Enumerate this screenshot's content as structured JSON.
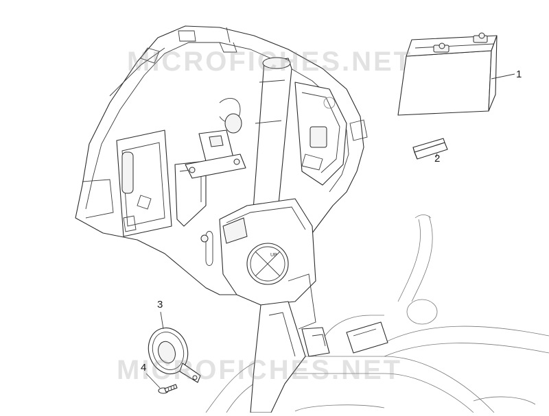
{
  "watermark": "MICROFICHES.NET",
  "callouts": [
    {
      "id": "1",
      "text": "1"
    },
    {
      "id": "2",
      "text": "2"
    },
    {
      "id": "3",
      "text": "3"
    },
    {
      "id": "4",
      "text": "4"
    }
  ],
  "up_marking": "UP",
  "parts": [
    {
      "callout": "1",
      "name": "battery-icon"
    },
    {
      "callout": "2",
      "name": "battery-pad-icon"
    },
    {
      "callout": "3",
      "name": "horn-icon"
    },
    {
      "callout": "4",
      "name": "screw-icon"
    }
  ]
}
